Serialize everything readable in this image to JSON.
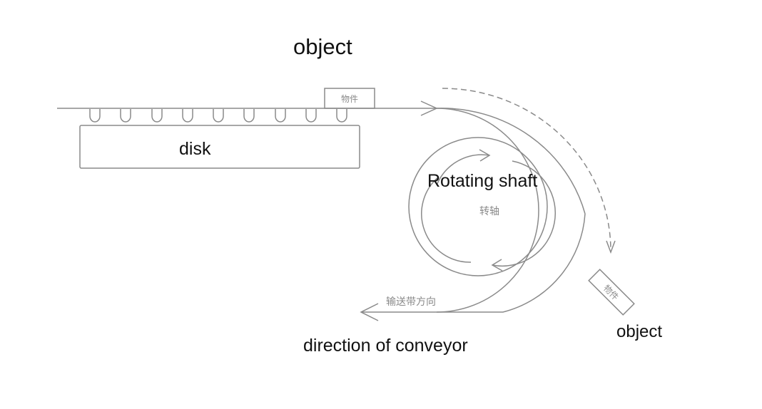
{
  "labels": {
    "object_top": "object",
    "disk": "disk",
    "rotating_shaft": "Rotating shaft",
    "object_bottom": "object",
    "conveyor_direction": "direction of conveyor"
  },
  "chinese_labels": {
    "object_box_top": "物件",
    "shaft": "转轴",
    "object_box_bottom": "物件",
    "conveyor_direction": "输送带方向"
  },
  "colors": {
    "line": "#8a8a8a",
    "text": "#111111",
    "background": "#ffffff"
  }
}
